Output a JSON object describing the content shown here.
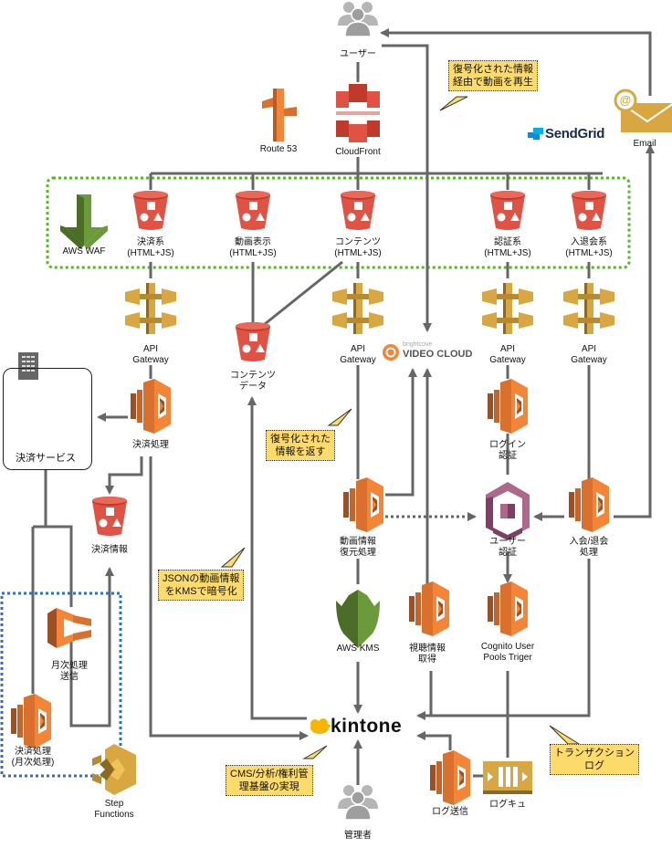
{
  "diagram": {
    "title": "",
    "nodes": {
      "user": {
        "label": "ユーザー",
        "icon": "users-icon"
      },
      "route53": {
        "label": "Route 53",
        "icon": "route53-icon"
      },
      "cloudfront": {
        "label": "CloudFront",
        "icon": "cloudfront-icon"
      },
      "sendgrid": {
        "label": "SendGrid",
        "icon": "sendgrid-icon"
      },
      "email": {
        "label": "Email",
        "icon": "email-icon"
      },
      "waf": {
        "label": "AWS WAF",
        "icon": "waf-icon"
      },
      "s3_payment": {
        "label": "決済系\n(HTML+JS)",
        "icon": "s3-bucket-icon"
      },
      "s3_video": {
        "label": "動画表示\n(HTML+JS)",
        "icon": "s3-bucket-icon"
      },
      "s3_content": {
        "label": "コンテンツ\n(HTML+JS)",
        "icon": "s3-bucket-icon"
      },
      "s3_auth": {
        "label": "認証系\n(HTML+JS)",
        "icon": "s3-bucket-icon"
      },
      "s3_member": {
        "label": "入退会系\n(HTML+JS)",
        "icon": "s3-bucket-icon"
      },
      "apigw_1": {
        "label": "API\nGateway",
        "icon": "api-gateway-icon"
      },
      "apigw_2": {
        "label": "API\nGateway",
        "icon": "api-gateway-icon"
      },
      "apigw_3": {
        "label": "API\nGateway",
        "icon": "api-gateway-icon"
      },
      "apigw_4": {
        "label": "API\nGateway",
        "icon": "api-gateway-icon"
      },
      "s3_content_data": {
        "label": "コンテンツ\nデータ",
        "icon": "s3-bucket-icon"
      },
      "videocloud": {
        "label_small": "brightcove",
        "label": "VIDEO CLOUD",
        "icon": "brightcove-icon"
      },
      "payment_service": {
        "label": "決済サービス",
        "icon": "building-icon"
      },
      "lambda_payment": {
        "label": "決済処理",
        "icon": "lambda-icon"
      },
      "s3_payment_info": {
        "label": "決済情報",
        "icon": "s3-bucket-icon"
      },
      "lambda_login": {
        "label": "ログイン\n認証",
        "icon": "lambda-icon"
      },
      "lambda_video_restore": {
        "label": "動画情報\n復元処理",
        "icon": "lambda-icon"
      },
      "cognito": {
        "label": "ユーザー\n認証",
        "icon": "cognito-icon"
      },
      "lambda_member": {
        "label": "入会/退会\n処理",
        "icon": "lambda-icon"
      },
      "ecs_monthly": {
        "label": "月次処理\n送信",
        "icon": "ecs-icon"
      },
      "lambda_monthly": {
        "label": "決済処理\n(月次処理)",
        "icon": "lambda-icon"
      },
      "step_functions": {
        "label": "Step\nFunctions",
        "icon": "step-functions-icon"
      },
      "kms": {
        "label": "AWS KMS",
        "icon": "kms-icon"
      },
      "lambda_view": {
        "label": "視聴情報\n取得",
        "icon": "lambda-icon"
      },
      "lambda_cognito_trigger": {
        "label": "Cognito User\nPools Triger",
        "icon": "lambda-icon"
      },
      "kintone": {
        "label": "kintone",
        "icon": "kintone-cloud-icon"
      },
      "admin": {
        "label": "管理者",
        "icon": "users-icon"
      },
      "lambda_log": {
        "label": "ログ送信",
        "icon": "lambda-icon"
      },
      "sqs_log": {
        "label": "ログキュ",
        "icon": "sqs-icon"
      }
    },
    "notes": {
      "note_playback": "復号化された情報\n経由で動画を再生",
      "note_decrypted": "復号化された\n情報を返す",
      "note_json_kms": "JSONの動画情報\nをKMSで暗号化",
      "note_cms": "CMS/分析/権利管\n理基盤の実現",
      "note_transaction": "トランザクション\nログ"
    },
    "colors": {
      "line": "#666666",
      "waf_group_border": "#5ab52a",
      "stepfn_group_border": "#2b6fd1",
      "note_fill": "#fddb6a",
      "s3_red": "#e05243",
      "lambda_orange": "#f58536",
      "apigw_gold": "#d9a741",
      "kms_green": "#6b9a3b",
      "cognito_purple": "#ad688b",
      "kintone_yellow": "#f7b500"
    }
  }
}
